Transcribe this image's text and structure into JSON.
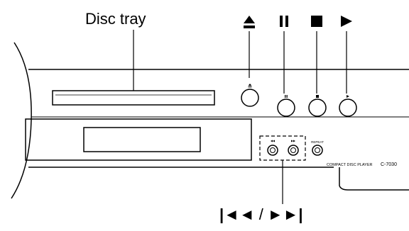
{
  "labels": {
    "disc_tray": "Disc tray",
    "skip_back": "◄◄",
    "skip_fwd": "►►",
    "skip_sep": "/"
  },
  "panel": {
    "repeat": "REPEAT",
    "brand": "COMPACT DISC PLAYER",
    "model": "C-7030"
  },
  "symbols": {
    "eject": "eject-symbol",
    "pause": "pause-symbol",
    "stop": "stop-symbol",
    "play": "play-symbol"
  },
  "colors": {
    "ink": "#000000",
    "panel": "#ffffff"
  }
}
